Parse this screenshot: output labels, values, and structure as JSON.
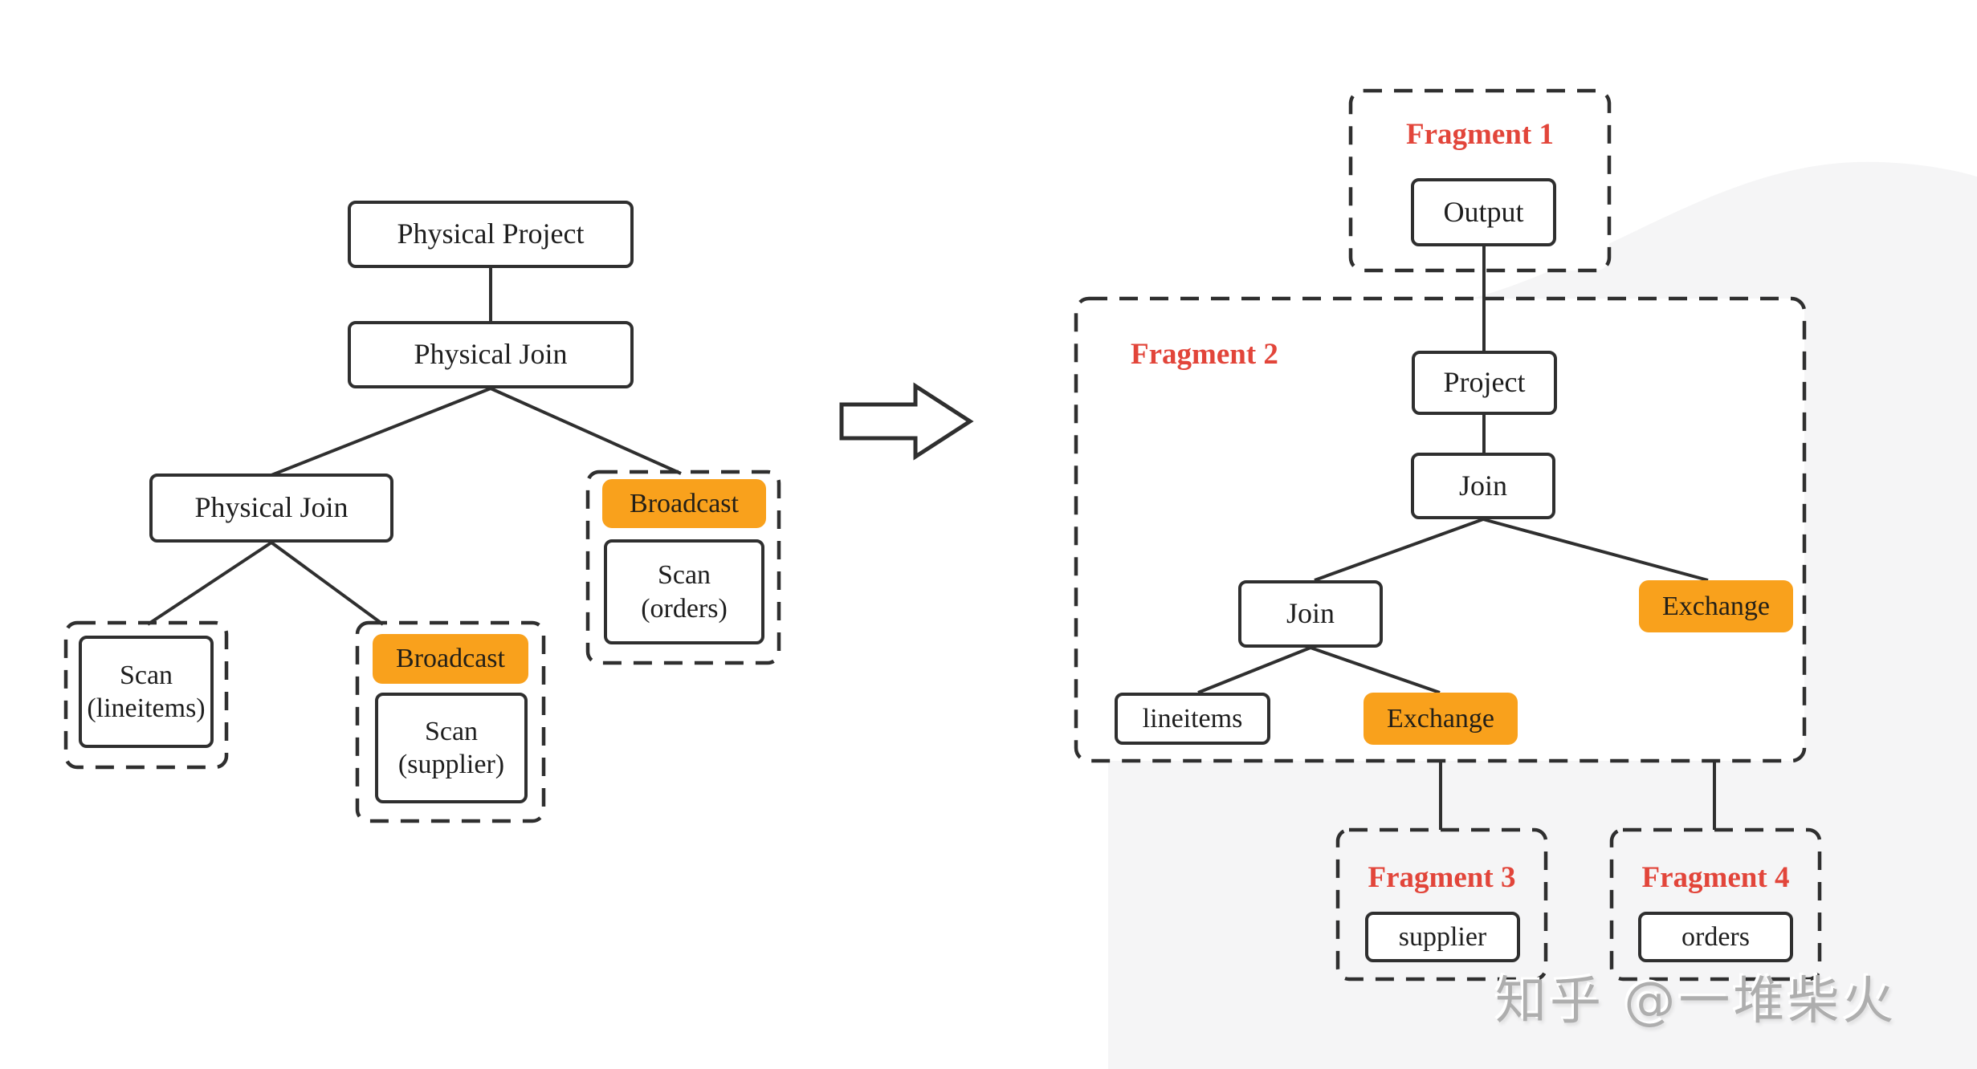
{
  "left_tree": {
    "physical_project": "Physical Project",
    "physical_join_top": "Physical Join",
    "physical_join_left": "Physical Join",
    "scan_lineitems": "Scan\n(lineitems)",
    "broadcast_mid": "Broadcast",
    "scan_supplier": "Scan\n(supplier)",
    "broadcast_right": "Broadcast",
    "scan_orders": "Scan\n(orders)"
  },
  "right_tree": {
    "fragment1_label": "Fragment 1",
    "output": "Output",
    "fragment2_label": "Fragment 2",
    "project": "Project",
    "join_upper": "Join",
    "join_lower": "Join",
    "lineitems": "lineitems",
    "exchange_left": "Exchange",
    "exchange_right": "Exchange",
    "fragment3_label": "Fragment 3",
    "supplier": "supplier",
    "fragment4_label": "Fragment 4",
    "orders": "orders"
  },
  "watermark": "知乎 @一堆柴火",
  "colors": {
    "accent_orange": "#f9a11c",
    "fragment_red": "#e2453a",
    "line_dark": "#2f2f2f",
    "background_blob_gray": "#f5f5f6"
  }
}
